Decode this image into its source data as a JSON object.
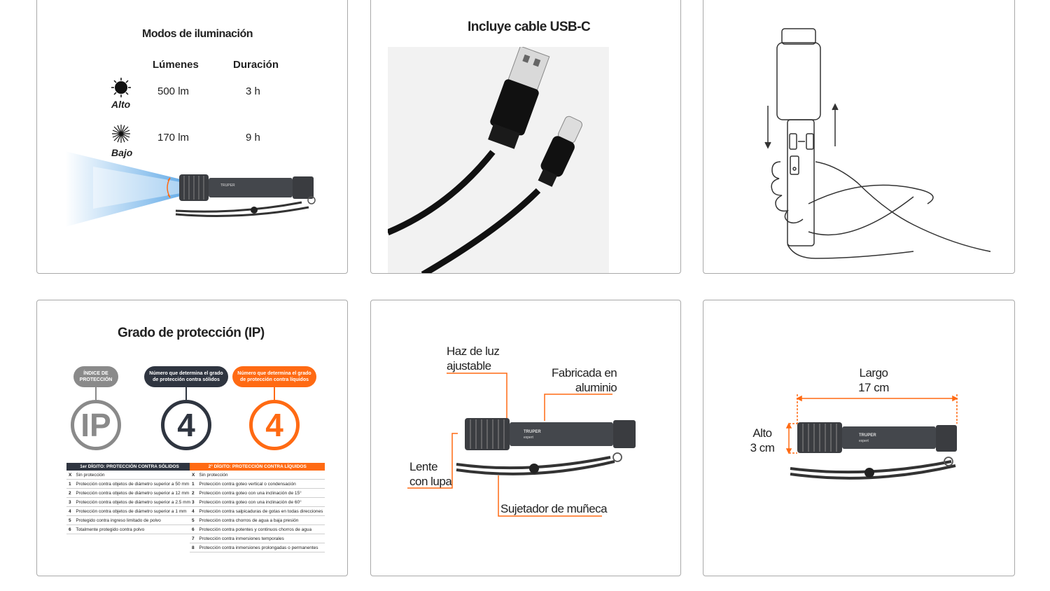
{
  "panel1": {
    "title": "Modos de iluminación",
    "col_lumens": "Lúmenes",
    "col_duration": "Duración",
    "modes": [
      {
        "name": "Alto",
        "lumens": "500 lm",
        "duration": "3 h"
      },
      {
        "name": "Bajo",
        "lumens": "170 lm",
        "duration": "9 h"
      }
    ],
    "brand": "TRUPER expert"
  },
  "panel2": {
    "title": "Incluye cable USB-C"
  },
  "panel4": {
    "title": "Grado de protección (IP)",
    "bubble_index": "ÍNDICE DE PROTECCIÓN",
    "bubble_solids": "Número que determina el grado de protección contra sólidos",
    "bubble_liquids": "Número que determina el grado de protección contra líquidos",
    "ring_ip": "IP",
    "ring_solids": "4",
    "ring_liquids": "4",
    "table_solids_header": "1er DÍGITO: PROTECCIÓN CONTRA SÓLIDOS",
    "table_liquids_header": "2° DÍGITO: PROTECCIÓN CONTRA LÍQUIDOS",
    "solids_rows": [
      {
        "d": "X",
        "t": "Sin protección"
      },
      {
        "d": "1",
        "t": "Protección contra objetos de diámetro superior a 50 mm"
      },
      {
        "d": "2",
        "t": "Protección contra objetos de diámetro superior a 12 mm"
      },
      {
        "d": "3",
        "t": "Protección contra objetos de diámetro superior a 2.5 mm"
      },
      {
        "d": "4",
        "t": "Protección contra objetos de diámetro superior a 1 mm"
      },
      {
        "d": "5",
        "t": "Protegido contra ingreso limitado de polvo"
      },
      {
        "d": "6",
        "t": "Totalmente protegido contra polvo"
      }
    ],
    "liquids_rows": [
      {
        "d": "X",
        "t": "Sin protección"
      },
      {
        "d": "1",
        "t": "Protección contra goteo vertical o condensación"
      },
      {
        "d": "2",
        "t": "Protección contra goteo con una inclinación de 15°"
      },
      {
        "d": "3",
        "t": "Protección contra goteo con una inclinación de 60°"
      },
      {
        "d": "4",
        "t": "Protección contra salpicaduras de gotas en todas direcciones"
      },
      {
        "d": "5",
        "t": "Protección contra chorros de agua a baja presión"
      },
      {
        "d": "6",
        "t": "Protección contra potentes y continuos chorros de agua"
      },
      {
        "d": "7",
        "t": "Protección contra inmersiones temporales"
      },
      {
        "d": "8",
        "t": "Protección contra inmersiones prolongadas o permanentes"
      }
    ]
  },
  "panel5": {
    "label_beam_1": "Haz de luz",
    "label_beam_2": "ajustable",
    "label_alu_1": "Fabricada en",
    "label_alu_2": "aluminio",
    "label_lens_1": "Lente",
    "label_lens_2": "con lupa",
    "label_strap": "Sujetador de muñeca",
    "brand": "TRUPER expert"
  },
  "panel6": {
    "label_len_1": "Largo",
    "label_len_2": "17 cm",
    "label_h_1": "Alto",
    "label_h_2": "3 cm",
    "brand": "TRUPER expert"
  },
  "colors": {
    "accent": "#ff6a13",
    "dark": "#2f3540",
    "gray": "#8c8c8c",
    "border": "#a9a9a9"
  }
}
